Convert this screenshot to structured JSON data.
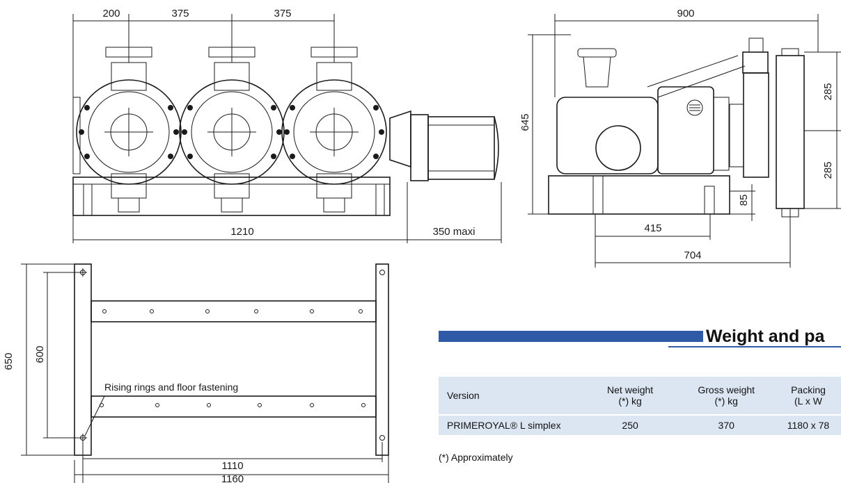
{
  "drawings": {
    "front_view": {
      "top_dims": [
        "200",
        "375",
        "375"
      ],
      "bottom_dims": [
        "1210",
        "350 maxi"
      ]
    },
    "side_view": {
      "top_dim": "900",
      "left_dim": "645",
      "right_dims": [
        "285",
        "285"
      ],
      "base_dim": "85",
      "bottom_dims": [
        "415",
        "704"
      ]
    },
    "base_plan": {
      "left_dims": [
        "650",
        "600"
      ],
      "bottom_dims": [
        "1110",
        "1160"
      ],
      "callout": "Rising rings and floor fastening"
    }
  },
  "section": {
    "title": "Weight and pa"
  },
  "table": {
    "headers": {
      "version": "Version",
      "net_weight_line1": "Net weight",
      "net_weight_line2": "(*) kg",
      "gross_weight_line1": "Gross weight",
      "gross_weight_line2": "(*) kg",
      "packing_line1": "Packing",
      "packing_line2": "(L x W"
    },
    "rows": [
      {
        "version": "PRIMEROYAL® L simplex",
        "net": "250",
        "gross": "370",
        "packing": "1180 x 78"
      }
    ]
  },
  "footnote": "(*) Approximately"
}
